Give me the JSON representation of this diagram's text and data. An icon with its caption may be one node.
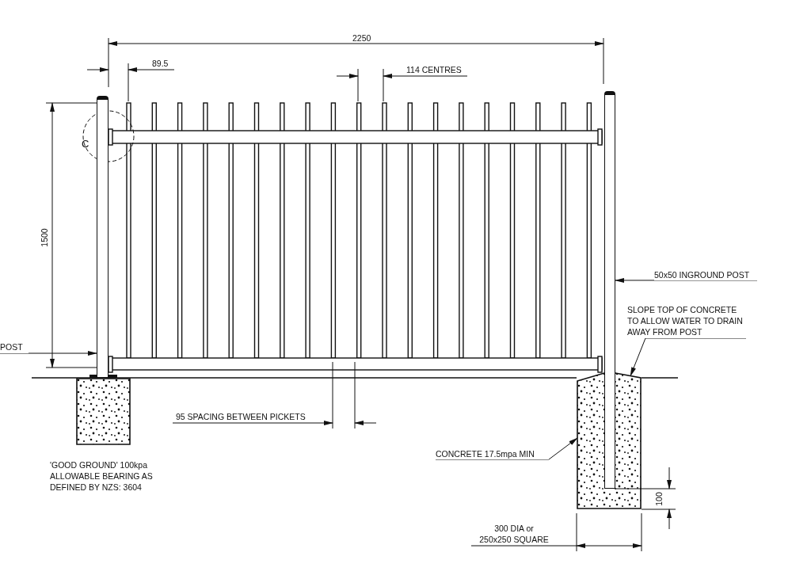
{
  "diagram": {
    "nodes": [
      {
        "text": [
          "POST"
        ]
      },
      {
        "text": [
          "50x50 INGROUND POST"
        ]
      },
      {
        "text": [
          "SLOPE TOP OF CONCRETE TO ALLOW WATER TO DRAIN AWAY FROM POST"
        ]
      },
      {
        "text": [
          "CONCRETE 17.5mpa MIN"
        ]
      },
      {
        "text": [],
        "shape": "bar"
      },
      {
        "text": [],
        "shape": "bar"
      },
      {
        "text": [],
        "shape": "box"
      },
      {
        "text": [],
        "shape": "box"
      }
    ],
    "edges": [
      {
        "from": 0,
        "to": 4,
        "arrow": "to"
      },
      {
        "from": 1,
        "to": 5,
        "arrow": "to"
      },
      {
        "from": 2,
        "to": 6,
        "arrow": "to"
      },
      {
        "from": 3,
        "to": 6,
        "arrow": "to"
      }
    ],
    "labels": [
      "2250",
      "89.5",
      "114 CENTRES",
      "C",
      "1500",
      "95 SPACING BETWEEN PICKETS",
      "'GOOD GROUND' 100kpa ALLOWABLE BEARING AS DEFINED BY NZS: 3604",
      "100",
      "300 DIA or 250x250 SQUARE"
    ]
  }
}
